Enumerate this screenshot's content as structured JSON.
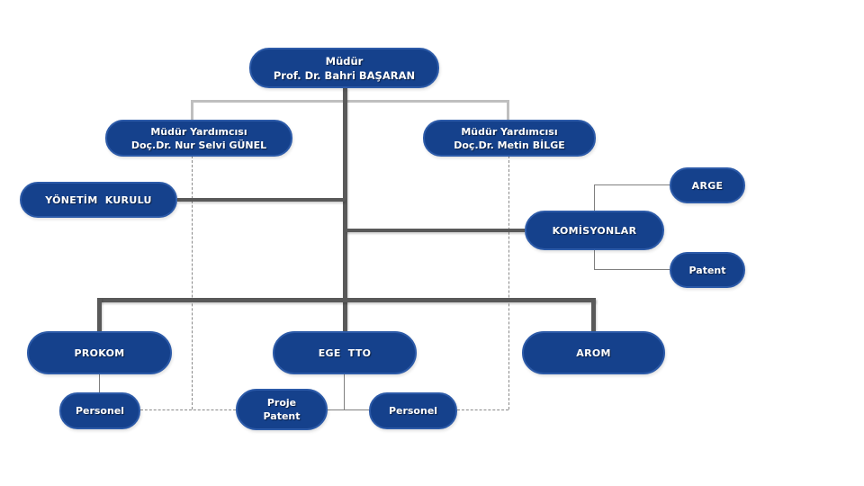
{
  "nodes": {
    "mudur": {
      "line1": "Müdür",
      "line2": "Prof. Dr. Bahri BAŞARAN"
    },
    "dep_left": {
      "line1": "Müdür Yardımcısı",
      "line2": "Doç.Dr. Nur Selvi GÜNEL"
    },
    "dep_right": {
      "line1": "Müdür Yardımcısı",
      "line2": "Doç.Dr. Metin BİLGE"
    },
    "yonetim": {
      "label": "YÖNETİM KURULU"
    },
    "komisyonlar": {
      "label": "KOMİSYONLAR"
    },
    "arge": {
      "label": "ARGE"
    },
    "patent": {
      "label": "Patent"
    },
    "prokom": {
      "label": "PROKOM"
    },
    "ege_tto": {
      "label": "EGE TTO"
    },
    "arom": {
      "label": "AROM"
    },
    "personel_prokom": {
      "label": "Personel"
    },
    "proje_patent": {
      "line1": "Proje",
      "line2": "Patent"
    },
    "personel_tto": {
      "label": "Personel"
    }
  },
  "colors": {
    "box_fill": "#15418c",
    "box_border": "#2c5aa8",
    "line_dark": "#595959",
    "line_light": "#bfbfbf",
    "line_thin": "#7f7f7f",
    "line_dash": "#8a8a8a",
    "text": "#ffffff"
  }
}
